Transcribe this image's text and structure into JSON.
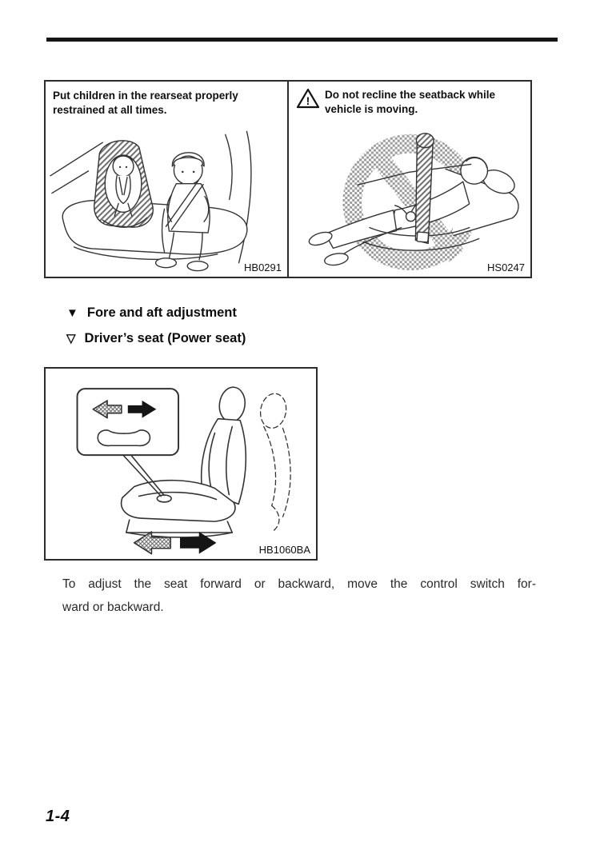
{
  "colors": {
    "ink": "#1a1a1a",
    "paper": "#ffffff"
  },
  "figure1": {
    "left": {
      "caption": "Put children in the rearseat properly restrained at all times.",
      "label": "HB0291"
    },
    "right": {
      "caption": "Do not recline the seatback while vehicle is moving.",
      "label": "HS0247",
      "warning_mark": "!"
    }
  },
  "headings": {
    "fore_aft": {
      "marker": "▼",
      "text": "Fore and aft adjustment"
    },
    "driver_seat": {
      "marker": "▽",
      "text": "Driver’s seat (Power seat)"
    }
  },
  "figure2": {
    "label": "HB1060BA"
  },
  "body": {
    "line1": "To adjust the seat forward or backward, move the control switch for-",
    "line2": "ward or backward."
  },
  "page": {
    "number": "1-4"
  }
}
